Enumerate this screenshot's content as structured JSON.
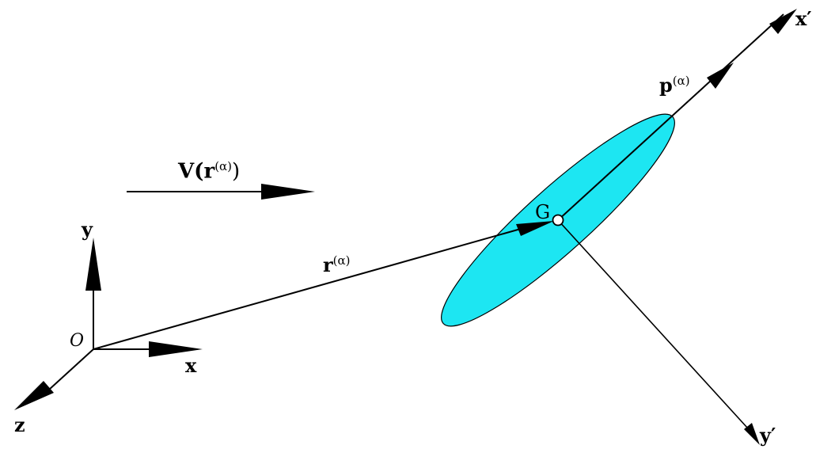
{
  "diagram": {
    "labels": {
      "origin": "O",
      "x_axis": "x",
      "y_axis": "y",
      "z_axis": "z",
      "x_prime_axis": "x′",
      "y_prime_axis": "y′",
      "center": "G",
      "position_vector": "r",
      "position_sup": "(α)",
      "momentum_vector": "p",
      "momentum_sup": "(α)",
      "velocity_field": "V(r",
      "velocity_sup": "(α)",
      "velocity_close": ")"
    },
    "colors": {
      "ellipse_fill": "#1de6f2",
      "stroke": "#000000"
    }
  }
}
